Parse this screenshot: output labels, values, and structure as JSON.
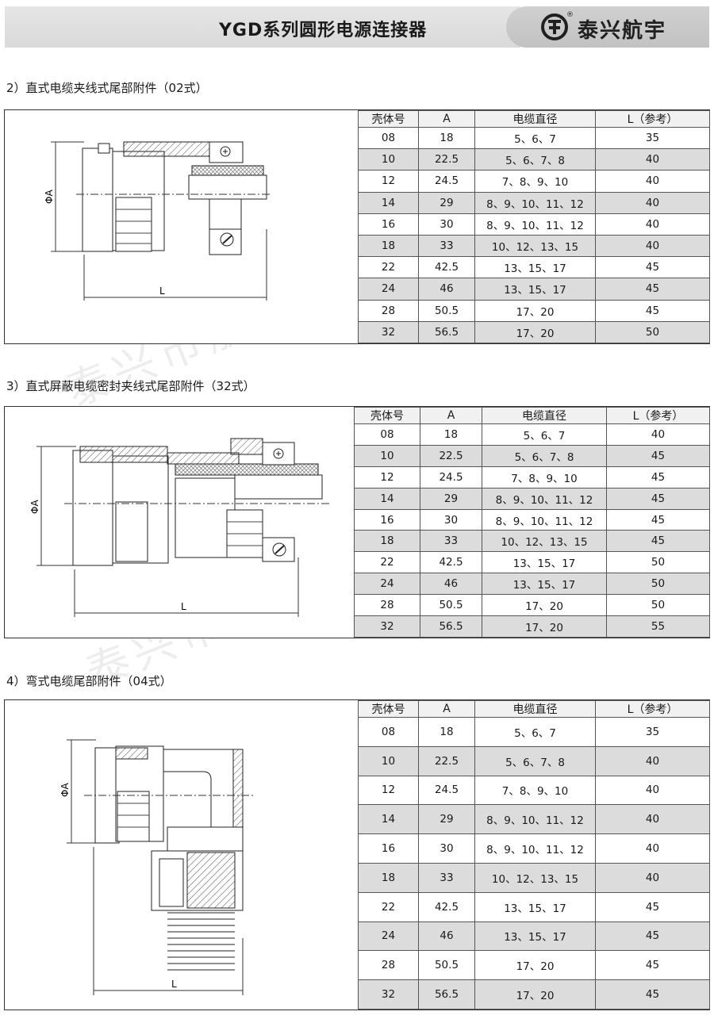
{
  "header": {
    "title": "YGD系列圆形电源连接器",
    "brand": "泰兴航宇",
    "registered_mark": "®",
    "logo_icon": "taixing-hangyu-logo"
  },
  "watermark": "泰兴市航宇接插件有限公司",
  "columns": [
    "壳体号",
    "A",
    "电缆直径",
    "L（参考）"
  ],
  "sections": [
    {
      "title": "2）直式电缆夹线式尾部附件（02式）",
      "drawing_labels": {
        "diameter": "ΦA",
        "length": "L"
      },
      "rows": [
        [
          "08",
          "18",
          "5、6、7",
          "35"
        ],
        [
          "10",
          "22.5",
          "5、6、7、8",
          "40"
        ],
        [
          "12",
          "24.5",
          "7、8、9、10",
          "40"
        ],
        [
          "14",
          "29",
          "8、9、10、11、12",
          "40"
        ],
        [
          "16",
          "30",
          "8、9、10、11、12",
          "40"
        ],
        [
          "18",
          "33",
          "10、12、13、15",
          "40"
        ],
        [
          "22",
          "42.5",
          "13、15、17",
          "45"
        ],
        [
          "24",
          "46",
          "13、15、17",
          "45"
        ],
        [
          "28",
          "50.5",
          "17、20",
          "45"
        ],
        [
          "32",
          "56.5",
          "17、20",
          "50"
        ]
      ]
    },
    {
      "title": "3）直式屏蔽电缆密封夹线式尾部附件（32式）",
      "drawing_labels": {
        "diameter": "ΦA",
        "length": "L"
      },
      "rows": [
        [
          "08",
          "18",
          "5、6、7",
          "40"
        ],
        [
          "10",
          "22.5",
          "5、6、7、8",
          "45"
        ],
        [
          "12",
          "24.5",
          "7、8、9、10",
          "45"
        ],
        [
          "14",
          "29",
          "8、9、10、11、12",
          "45"
        ],
        [
          "16",
          "30",
          "8、9、10、11、12",
          "45"
        ],
        [
          "18",
          "33",
          "10、12、13、15",
          "45"
        ],
        [
          "22",
          "42.5",
          "13、15、17",
          "50"
        ],
        [
          "24",
          "46",
          "13、15、17",
          "50"
        ],
        [
          "28",
          "50.5",
          "17、20",
          "50"
        ],
        [
          "32",
          "56.5",
          "17、20",
          "55"
        ]
      ]
    },
    {
      "title": "4）弯式电缆尾部附件（04式）",
      "drawing_labels": {
        "diameter": "ΦA",
        "length": "L"
      },
      "rows": [
        [
          "08",
          "18",
          "5、6、7",
          "35"
        ],
        [
          "10",
          "22.5",
          "5、6、7、8",
          "40"
        ],
        [
          "12",
          "24.5",
          "7、8、9、10",
          "40"
        ],
        [
          "14",
          "29",
          "8、9、10、11、12",
          "40"
        ],
        [
          "16",
          "30",
          "8、9、10、11、12",
          "40"
        ],
        [
          "18",
          "33",
          "10、12、13、15",
          "40"
        ],
        [
          "22",
          "42.5",
          "13、15、17",
          "45"
        ],
        [
          "24",
          "46",
          "13、15、17",
          "45"
        ],
        [
          "28",
          "50.5",
          "17、20",
          "45"
        ],
        [
          "32",
          "56.5",
          "17、20",
          "45"
        ]
      ]
    }
  ]
}
